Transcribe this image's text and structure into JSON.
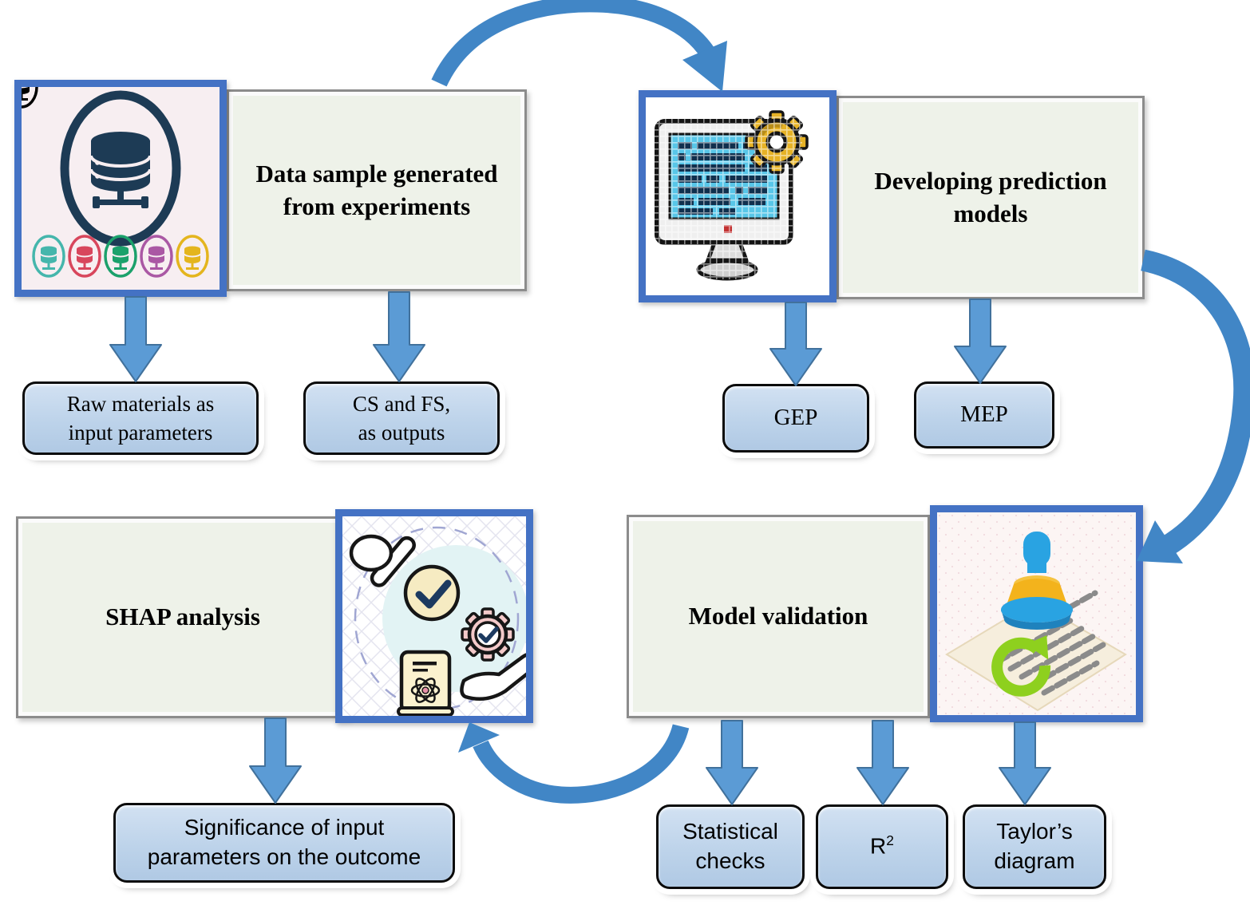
{
  "figure": {
    "background": "#ffffff",
    "panels": {
      "data_sample": {
        "title": "Data sample generated\nfrom experiments"
      },
      "developing": {
        "title": "Developing prediction\nmodels"
      },
      "shap": {
        "title": "SHAP analysis"
      },
      "validation": {
        "title": "Model validation"
      }
    },
    "boxes": {
      "raw_materials": "Raw materials as\ninput parameters",
      "cs_fs": "CS and FS,\nas outputs",
      "gep": "GEP",
      "mep": "MEP",
      "significance": "Significance of input\nparameters on the outcome",
      "statistical_checks": "Statistical\nchecks",
      "r2_base": "R",
      "r2_sup": "2",
      "taylors": "Taylor’s\ndiagram"
    },
    "icons": {
      "data_sample": "database-network-icon",
      "developing": "pixel-computer-gear-icon",
      "shap": "checklist-hand-gear-icon",
      "validation": "approval-stamp-icon"
    },
    "colors": {
      "arrow_blue": "#5b9bd5",
      "arrow_outline": "#41719c",
      "curved_arrow_blue": "#4186c6",
      "panel_fill": "#eef2e9",
      "box_fill": "#bdd3ea",
      "image_border": "#4472c4"
    }
  }
}
